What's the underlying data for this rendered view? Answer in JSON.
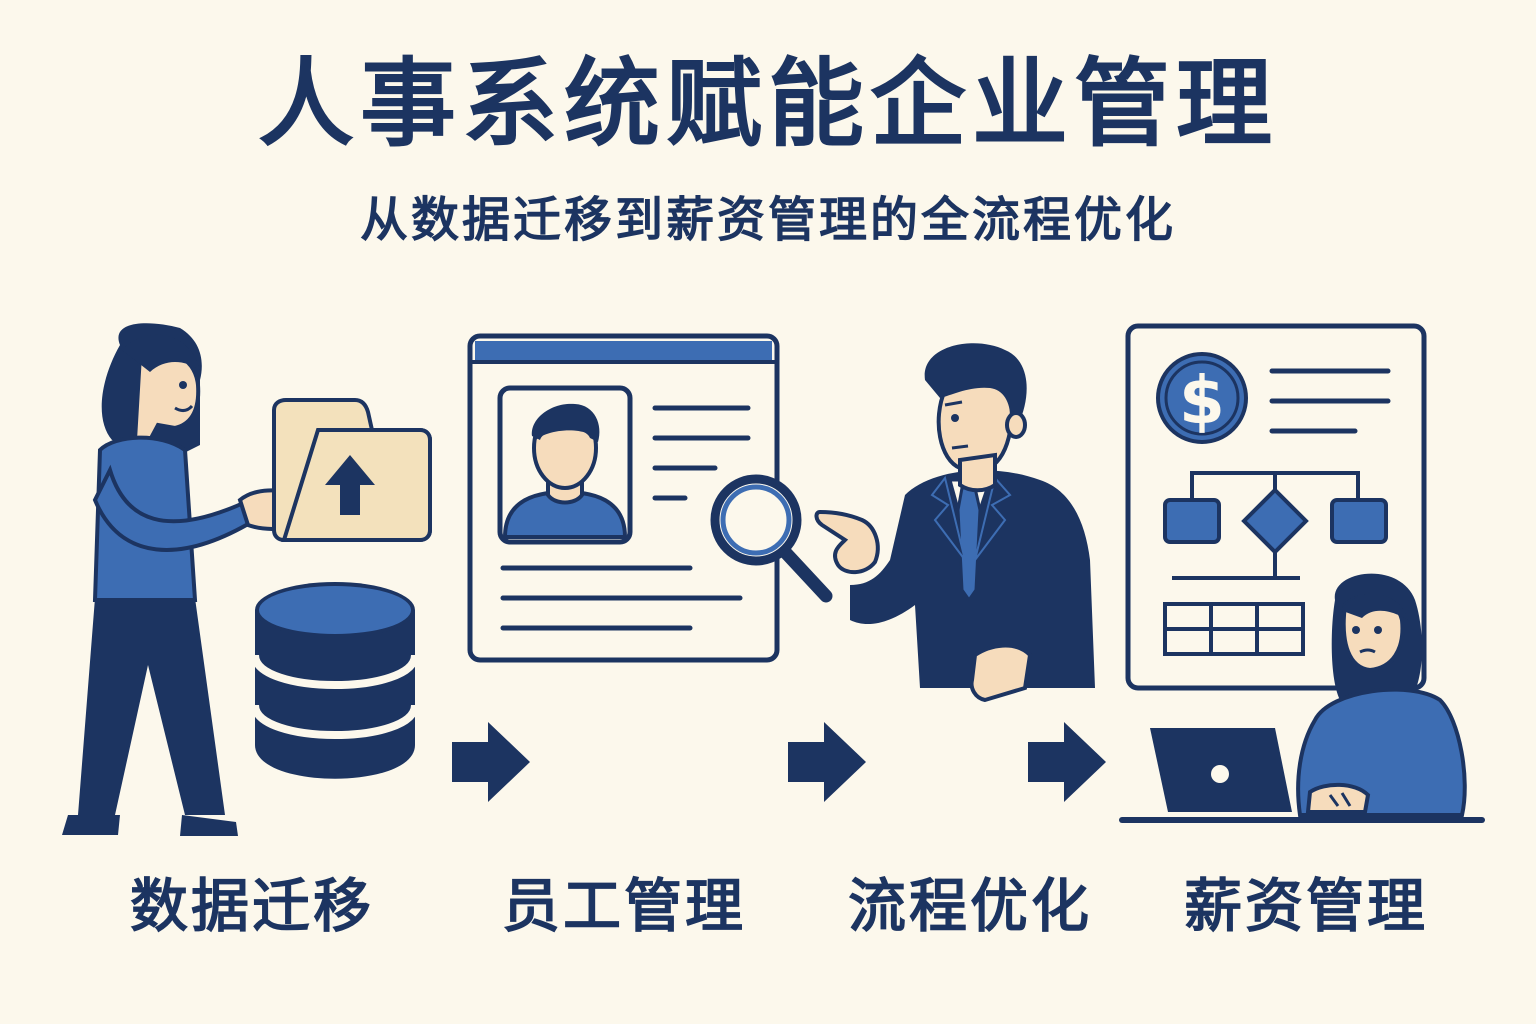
{
  "header": {
    "title": "人事系统赋能企业管理",
    "subtitle": "从数据迁移到薪资管理的全流程优化"
  },
  "steps": [
    {
      "label": "数据迁移",
      "icon": "database-upload-icon"
    },
    {
      "label": "员工管理",
      "icon": "employee-profile-icon"
    },
    {
      "label": "流程优化",
      "icon": "process-magnify-icon"
    },
    {
      "label": "薪资管理",
      "icon": "payroll-dollar-icon"
    }
  ],
  "colors": {
    "background": "#fcf8ec",
    "navy": "#1c3461",
    "blue": "#3d6db3",
    "tan": "#f3e1bc",
    "skin": "#f6dcbc"
  },
  "icons": {
    "dollar_symbol": "$"
  }
}
